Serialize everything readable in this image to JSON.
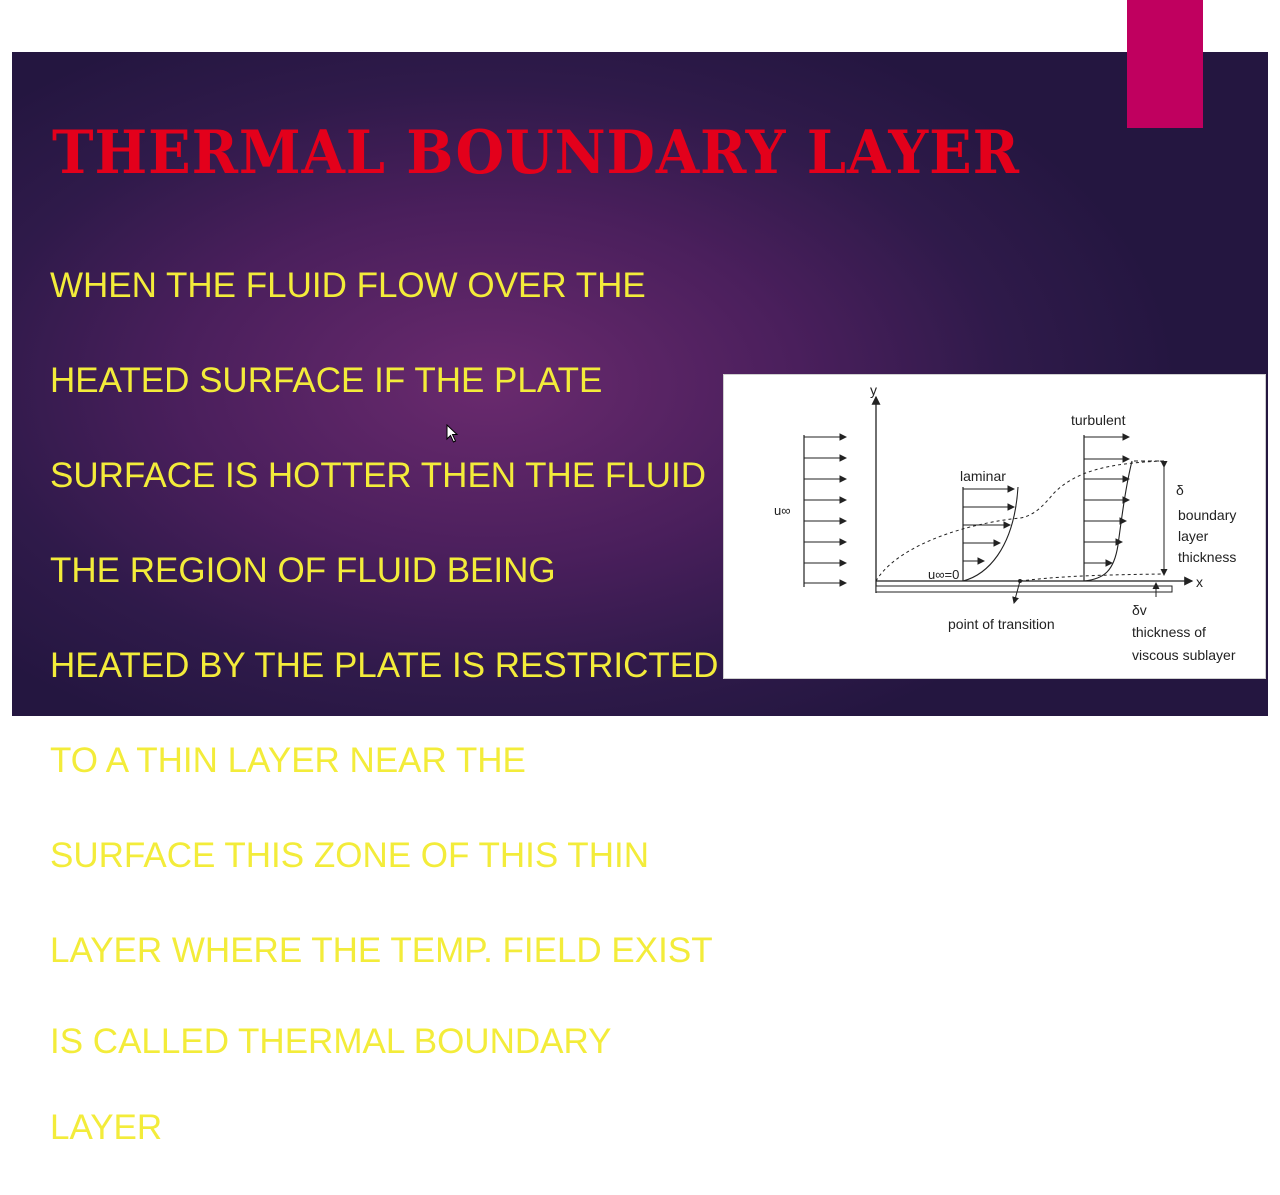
{
  "slide": {
    "title": "THERMAL BOUNDARY LAYER",
    "body_lines": [
      "WHEN THE FLUID FLOW OVER THE",
      "HEATED SURFACE IF THE PLATE",
      "SURFACE IS HOTTER THEN THE FLUID",
      "THE REGION OF FLUID BEING",
      "HEATED BY THE PLATE IS RESTRICTED",
      "TO A THIN LAYER NEAR THE",
      "SURFACE THIS ZONE OF THIS THIN",
      "LAYER WHERE THE TEMP. FIELD EXIST",
      "IS CALLED THERMAL BOUNDARY",
      "LAYER"
    ]
  },
  "figure": {
    "axis_y": "y",
    "axis_x": "x",
    "free_stream_label": "u∞",
    "laminar_label": "laminar",
    "turbulent_label": "turbulent",
    "wall_velocity_label": "u∞=0",
    "transition_label": "point of transition",
    "delta_label": "δ",
    "bl_thickness_lines": [
      "boundary",
      "layer",
      "thickness"
    ],
    "delta_v_label": "δv",
    "sublayer_lines": [
      "thickness of",
      "viscous sublayer"
    ]
  },
  "colors": {
    "title": "#e3001b",
    "body_text": "#f3ec3a",
    "accent_bar": "#c0005f",
    "slide_bg": "#3a1c52"
  }
}
